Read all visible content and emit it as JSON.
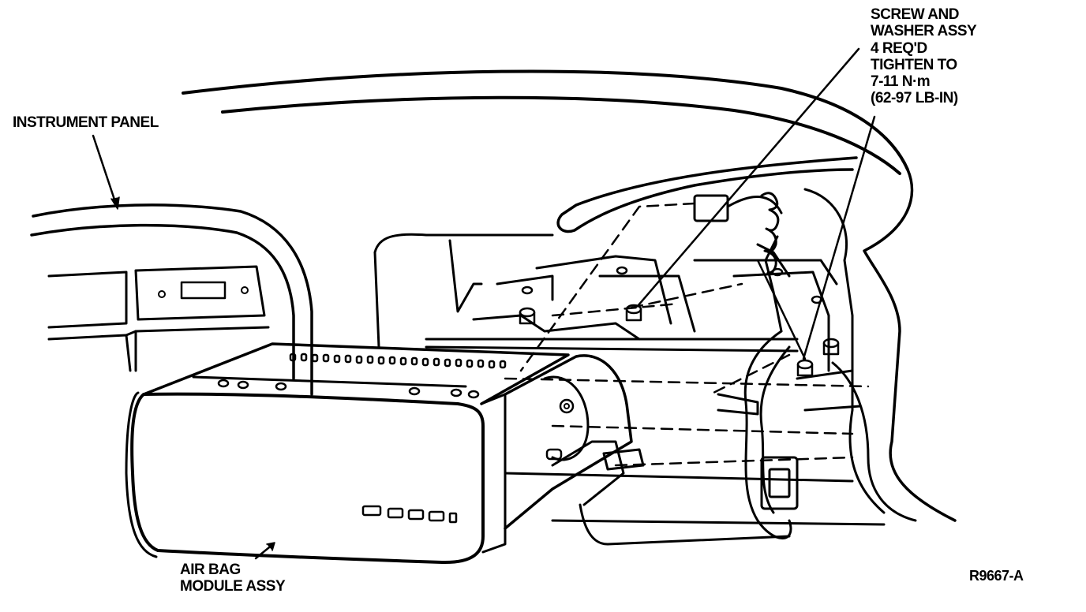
{
  "labels": {
    "instrument_panel": "INSTRUMENT PANEL",
    "screw_washer": [
      "SCREW AND",
      "WASHER ASSY",
      "4 REQ'D",
      "TIGHTEN TO",
      "7-11 N·m",
      "(62-97 LB-IN)"
    ],
    "airbag_module": [
      "AIR BAG",
      "MODULE ASSY"
    ],
    "figure_ref": "R9667-A"
  },
  "colors": {
    "ink": "#000000",
    "paper": "#ffffff"
  }
}
